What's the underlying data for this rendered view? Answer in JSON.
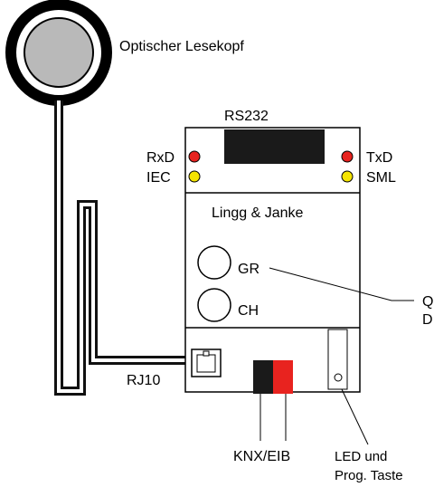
{
  "labels": {
    "sensor": "Optischer Lesekopf",
    "rs232": "RS232",
    "rxd": "RxD",
    "iec": "IEC",
    "txd": "TxD",
    "sml": "SML",
    "brand": "Lingg & Janke",
    "gr": "GR",
    "ch": "CH",
    "rj10": "RJ10",
    "knx": "KNX/EIB",
    "led_line1": "LED und",
    "led_line2": "Prog. Taste",
    "clip_line1": "Q",
    "clip_line2": "D"
  },
  "colors": {
    "red_led": "#e8231f",
    "yellow_led": "#f5e400",
    "knx_red": "#e8231f",
    "knx_black": "#1a1a1a",
    "sensor_fill": "#b9b9b9",
    "cable": "#111111"
  }
}
